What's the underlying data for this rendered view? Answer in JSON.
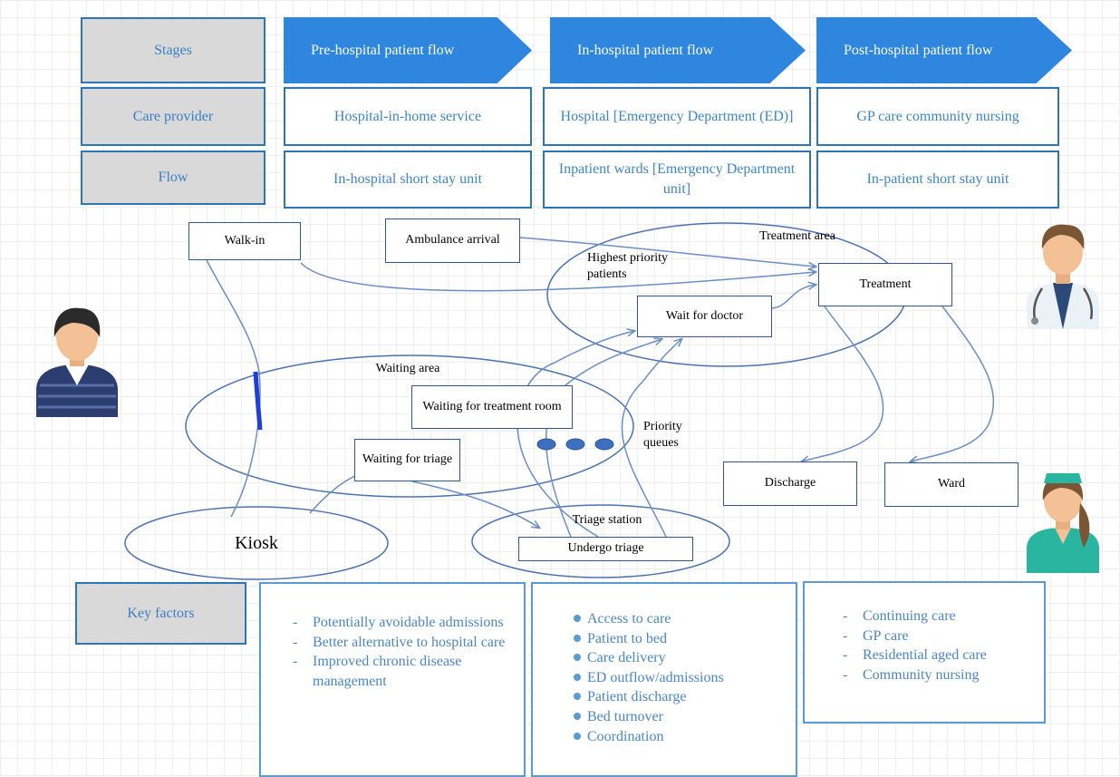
{
  "stages": {
    "row_labels": [
      "Stages",
      "Care provider",
      "Flow"
    ],
    "headers": [
      "Pre-hospital patient flow",
      "In-hospital patient flow",
      "Post-hospital patient flow"
    ],
    "care_provider": [
      "Hospital-in-home service",
      "Hospital [Emergency Department (ED)]",
      "GP care community nursing"
    ],
    "flow": [
      "In-hospital short stay unit",
      "Inpatient wards [Emergency Department unit]",
      "In-patient short stay unit"
    ]
  },
  "flow_diagram": {
    "nodes": {
      "walk_in": "Walk-in",
      "ambulance": "Ambulance arrival",
      "treatment_area": "Treatment area",
      "highest_priority": "Highest priority patients",
      "treatment": "Treatment",
      "wait_doctor": "Wait for doctor",
      "waiting_area": "Waiting area",
      "waiting_treatment_room": "Waiting for treatment room",
      "priority_queues": "Priority queues",
      "waiting_triage": "Waiting for triage",
      "discharge": "Discharge",
      "ward": "Ward",
      "kiosk": "Kiosk",
      "triage_station": "Triage station",
      "undergo_triage": "Undergo triage"
    }
  },
  "key_factors": {
    "label": "Key factors",
    "pre": [
      "Potentially avoidable admissions",
      "Better alternative to hospital care",
      "Improved chronic disease management"
    ],
    "in": [
      "Access to care",
      "Patient to bed",
      "Care delivery",
      "ED outflow/admissions",
      "Patient discharge",
      "Bed turnover",
      "Coordination"
    ],
    "post": [
      "Continuing care",
      "GP care",
      "Residential aged care",
      "Community nursing"
    ]
  },
  "colors": {
    "chevron": "#2e86de",
    "box_border": "#2e75b6",
    "box_text": "#3d85c6",
    "gray_fill": "#d9d9d9",
    "connector": "#6b8ec4",
    "ellipse_stroke": "#4a72b0",
    "queue_dot": "#3d6fbf"
  },
  "icons": [
    "patient-avatar-icon",
    "doctor-avatar-icon",
    "nurse-avatar-icon"
  ]
}
